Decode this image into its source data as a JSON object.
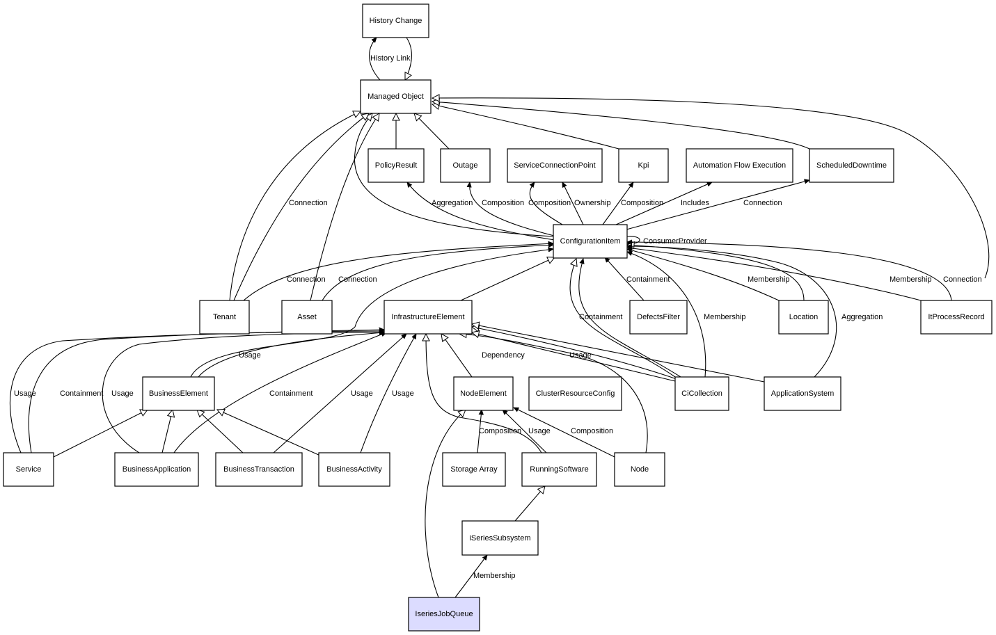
{
  "nodes": {
    "history_change": "History Change",
    "managed_object": "Managed Object",
    "policy_result": "PolicyResult",
    "outage": "Outage",
    "service_connection_point": "ServiceConnectionPoint",
    "kpi": "Kpi",
    "automation_flow_execution": "Automation Flow Execution",
    "scheduled_downtime": "ScheduledDowntime",
    "configuration_item": "ConfigurationItem",
    "tenant": "Tenant",
    "asset": "Asset",
    "infrastructure_element": "InfrastructureElement",
    "defects_filter": "DefectsFilter",
    "location": "Location",
    "it_process_record": "ItProcessRecord",
    "business_element": "BusinessElement",
    "node_element": "NodeElement",
    "cluster_resource_config": "ClusterResourceConfig",
    "ci_collection": "CiCollection",
    "application_system": "ApplicationSystem",
    "service": "Service",
    "business_application": "BusinessApplication",
    "business_transaction": "BusinessTransaction",
    "business_activity": "BusinessActivity",
    "storage_array": "Storage Array",
    "running_software": "RunningSoftware",
    "node": "Node",
    "iseries_subsystem": "iSeriesSubsystem",
    "iseries_job_queue": "IseriesJobQueue"
  },
  "edge_labels": {
    "history_link": "History Link",
    "aggregation_policy": "Aggregation",
    "composition_outage": "Composition",
    "composition_scp": "Composition",
    "ownership": "Ownership",
    "composition_kpi": "Composition",
    "includes": "Includes",
    "connection_scheduled": "Connection",
    "connection_tenant_mo": "Connection",
    "consumer_provider": "ConsumerProvider",
    "connection_tenant_ci": "Connection",
    "connection_asset_ci": "Connection",
    "containment_defects": "Containment",
    "membership_location": "Membership",
    "membership_itprocess": "Membership",
    "connection_itprocess": "Connection",
    "containment_cicollection": "Containment",
    "membership_cicollection": "Membership",
    "aggregation_appsystem": "Aggregation",
    "usage_businesselement": "Usage",
    "dependency": "Dependency",
    "usage_cicollection": "Usage",
    "usage_service": "Usage",
    "containment_service": "Containment",
    "usage_businessapp": "Usage",
    "containment_businessapp": "Containment",
    "usage_businesstrans": "Usage",
    "usage_businessactivity": "Usage",
    "composition_storage": "Composition",
    "usage_runningsoftware": "Usage",
    "composition_node": "Composition",
    "membership_jobqueue": "Membership"
  },
  "colors": {
    "highlight_fill": "#dcdcff",
    "stroke": "#000000",
    "background": "#ffffff"
  }
}
